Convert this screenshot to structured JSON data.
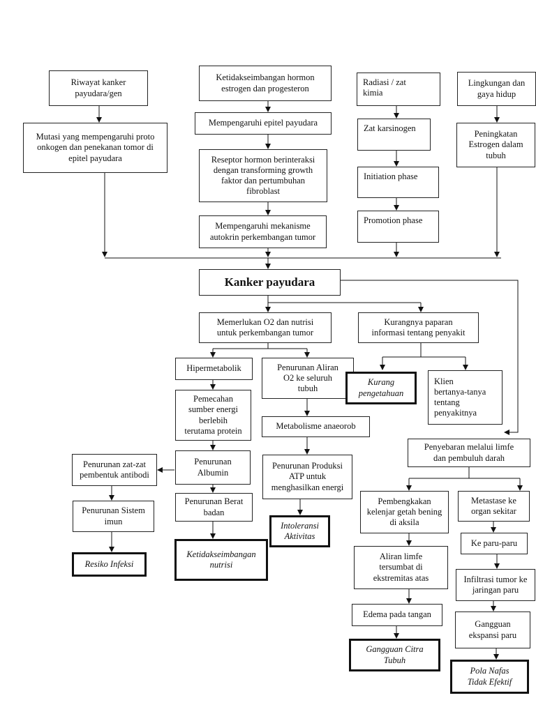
{
  "nodes": {
    "riwayat": "Riwayat kanker\npayudara/gen",
    "mutasi": "Mutasi yang mempengaruhi proto\nonkogen dan penekanan tomor di\nepitel payudara",
    "ketidakseimbangan_hormon": "Ketidakseimbangan hormon\nestrogen dan progesteron",
    "epitel": "Mempengaruhi epitel payudara",
    "reseptor": "Reseptor hormon berinteraksi\ndengan transforming growth\nfaktor dan pertumbuhan\nfibroblast",
    "mekanisme": "Mempengaruhi mekanisme\nautokrin perkembangan tumor",
    "radiasi": "Radiasi / zat\nkimia",
    "karsinogen": "Zat karsinogen",
    "initiation": "Initiation phase",
    "promotion": "Promotion phase",
    "lingkungan": "Lingkungan  dan\ngaya hidup",
    "estrogen": "Peningkatan\nEstrogen dalam\ntubuh",
    "kanker": "Kanker payudara",
    "o2_nutrisi": "Memerlukan O2 dan nutrisi\nuntuk perkembangan tumor",
    "kurang_paparan": "Kurangnya paparan\ninformasi tentang penyakit",
    "hipermetabolik": "Hipermetabolik",
    "aliran_o2": "Penurunan Aliran\nO2 ke seluruh\ntubuh",
    "kurang_pengetahuan": "Kurang\npengetahuan",
    "klien": "Klien\nbertanya-tanya\ntentang\npenyakitnya",
    "pemecahan": "Pemecahan\nsumber energi\nberlebih\nterutama protein",
    "anaerob": "Metabolisme anaeorob",
    "penyebaran": "Penyebaran melalui limfe\ndan pembuluh darah",
    "zat_antibodi": "Penurunan zat-zat\npembentuk antibodi",
    "albumin": "Penurunan\nAlbumin",
    "atp": "Penurunan Produksi\nATP untuk\nmenghasilkan energi",
    "imun": "Penurunan Sistem\nimun",
    "berat_badan": "Penurunan Berat\nbadan",
    "intoleransi": "Intoleransi\nAktivitas",
    "pembengkakan": "Pembengkakan\nkelenjar getah bening\ndi aksila",
    "metastase": "Metastase ke\norgan sekitar",
    "resiko_infeksi": "Resiko Infeksi",
    "ketidakseimbangan_nutrisi": "Ketidakseimbangan\nnutrisi",
    "paru": "Ke paru-paru",
    "aliran_limfe": "Aliran limfe\ntersumbat di\nekstremitas atas",
    "infiltrasi": "Infiltrasi tumor ke\njaringan paru",
    "edema": "Edema pada tangan",
    "ekspansi": "Gangguan\nekspansi paru",
    "citra_tubuh": "Gangguan Citra\nTubuh",
    "pola_nafas": "Pola Nafas\nTidak Efektif"
  }
}
